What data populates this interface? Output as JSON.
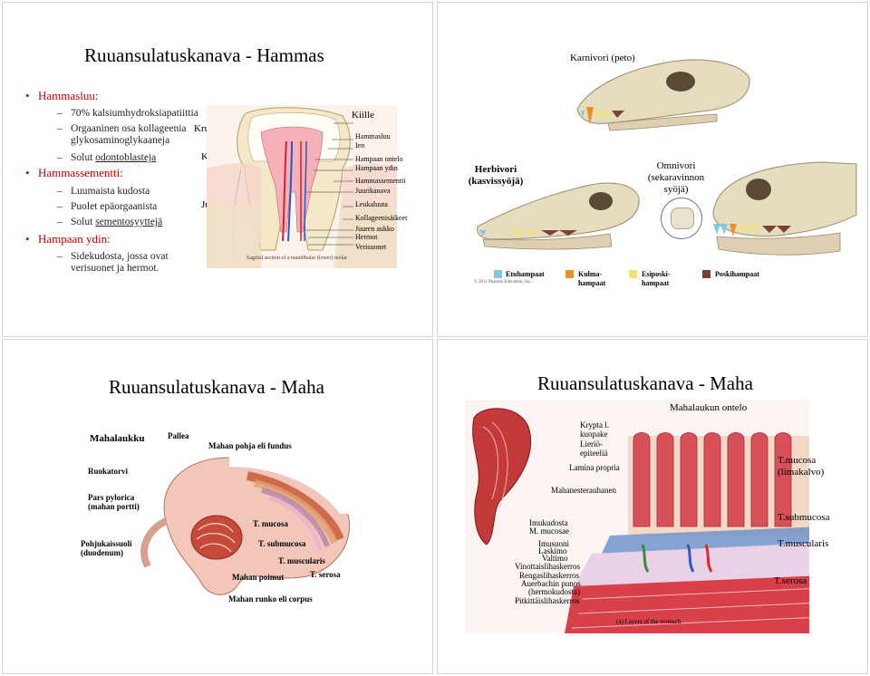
{
  "slide1": {
    "title": "Ruuansulatuskanava - Hammas",
    "bullets": {
      "b1": "Hammasluu:",
      "b1_s1": "70% kalsiumhydroksiapatiittia",
      "b1_s2a": "Orgaaninen osa kollageenia",
      "b1_s2b": "glykosaminoglykaaneja",
      "b1_s3a": "Solut ",
      "b1_s3b": "odontoblasteja",
      "b2": "Hammassementti:",
      "b2_s1": "Luumaista kudosta",
      "b2_s2": "Puolet epäorgaanista",
      "b2_s3a": "Solut ",
      "b2_s3b": "sementosyyttejä",
      "b3": "Hampaan ydin:",
      "b3_s1a": "Sidekudosta, jossa ovat",
      "b3_s1b": "verisuonet ja hermot."
    },
    "side_labels": {
      "kruunu": "Kruunu",
      "kaula": "Kaula",
      "juuri": "Juuri"
    },
    "figure": {
      "kiille": "Kiille",
      "labels": [
        "Hammasluu",
        "Ien",
        "Hampaan ontelo",
        "Hampaan ydin",
        "Hammassementti",
        "Juurikanava",
        "Leukaluuta",
        "Kollageenisäikeet",
        "Juuren aukko",
        "Hermot",
        "Verisuonet"
      ],
      "caption": "Sagittal section of a mandibular (lower) molar"
    }
  },
  "slide2": {
    "karnivori": "Karnivori (peto)",
    "herbivori_1": "Herbivori",
    "herbivori_2": "(kasvissyöjä)",
    "omnivori_1": "Omnivori",
    "omnivori_2": "(sekaravinnon",
    "omnivori_3": "syöjä)",
    "copyright": "© 2011 Pearson Education, Inc.",
    "legend": [
      {
        "line1": "Etuhampaat",
        "line2": "",
        "color": "#7ec8e8"
      },
      {
        "line1": "Kulma-",
        "line2": "hampaat",
        "color": "#e8902a"
      },
      {
        "line1": "Esiposki-",
        "line2": "hampaat",
        "color": "#f2e27a"
      },
      {
        "line1": "Poskihampaat",
        "line2": "",
        "color": "#7a4330"
      }
    ]
  },
  "slide3": {
    "title": "Ruuansulatuskanava - Maha",
    "labels": {
      "mahalaukku": "Mahalaukku",
      "pallea": "Pallea",
      "fundus": "Mahan pohja eli fundus",
      "ruokatorvi": "Ruokatorvi",
      "pars1": "Pars pylorica",
      "pars2": "(mahan portti)",
      "t_mucosa": "T. mucosa",
      "pohj1": "Pohjukaissuoli",
      "pohj2": "(duodenum)",
      "t_submucosa": "T. submucosa",
      "t_muscularis": "T. muscularis",
      "t_serosa": "T. serosa",
      "poimut": "Mahan poimut",
      "corpus": "Mahan runko eli corpus"
    }
  },
  "slide4": {
    "title": "Ruuansulatuskanava - Maha",
    "labels": {
      "ontelo": "Mahalaukun ontelo",
      "krypta1": "Krypta l.",
      "krypta2": "kuopake",
      "lierio1": "Lieriö-",
      "lierio2": "epiteeliä",
      "lamina": "Lamina propria",
      "mucosa1": "T.mucosa",
      "mucosa2": "(limakalvo)",
      "mahanesterauhanen": "Mahanesterauhanen",
      "submucosa": "T.submucosa",
      "imukudosta": "Imukudosta",
      "m_mucosae": "M. mucosae",
      "imusuoni": "Imusuoni",
      "laskimo": "Laskimo",
      "valtimo": "Valtimo",
      "vinottais": "Vinottaislihaskerros",
      "rengas": "Rengaslihaskerros",
      "auerbach1": "Auerbachin punos",
      "auerbach2": "(hermokudosta)",
      "pitkittais": "Pitkittäislihaskerros",
      "muscularis": "T.muscularis",
      "serosa": "T.serosa",
      "caption": "(a) Layers of the stomach"
    }
  }
}
